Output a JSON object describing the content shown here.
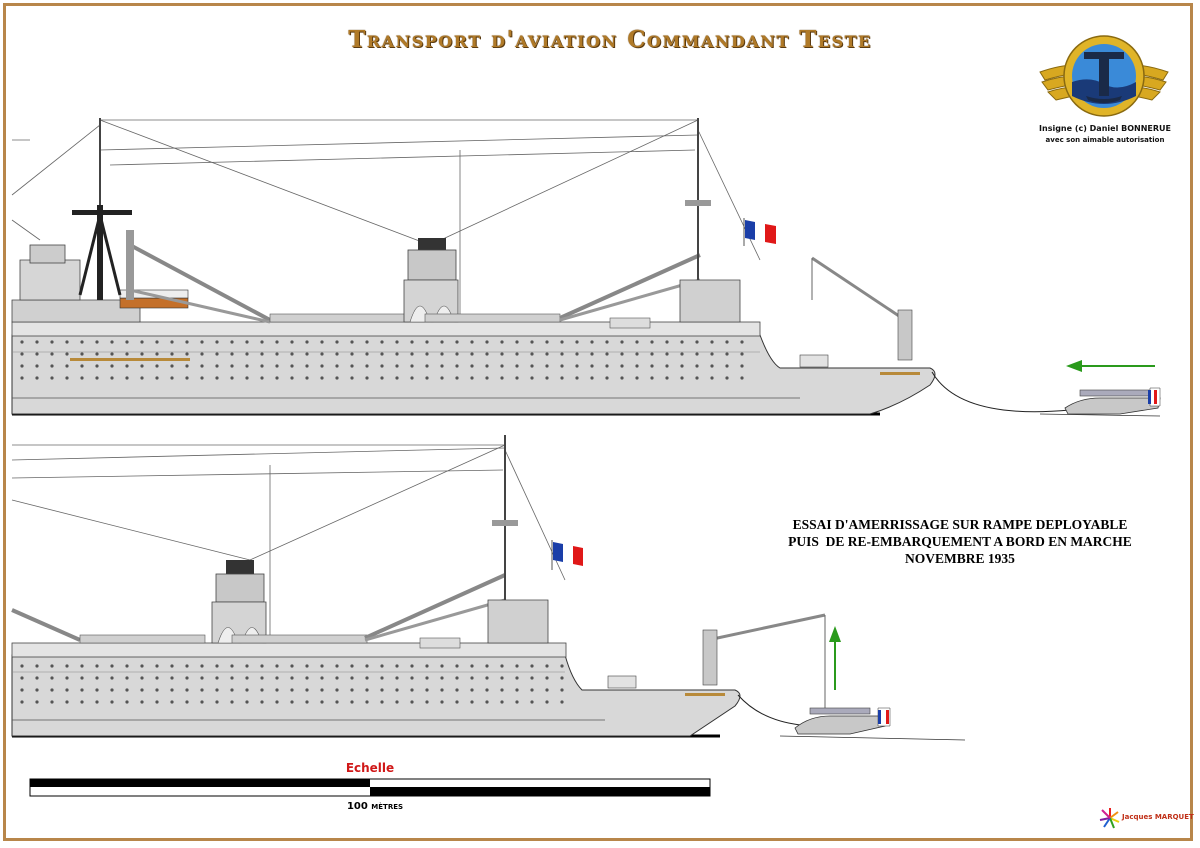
{
  "title": "Transport d'aviation Commandant Teste",
  "insignia": {
    "credit_line1": "Insigne (c) Daniel BONNERUE",
    "credit_line2": "avec son aimable autorisation"
  },
  "caption": {
    "line1": "ESSAI D'AMERRISSAGE SUR RAMPE DEPLOYABLE",
    "line2": "PUIS  DE RE-EMBARQUEMENT A BORD EN MARCHE",
    "line3": "NOVEMBRE 1935"
  },
  "scale": {
    "title": "Echelle",
    "label": "100 mètres"
  },
  "author": "Jacques MARQUET",
  "colors": {
    "frame": "#b8864a",
    "title": "#b07a28",
    "hull": "#d4d4d4",
    "flag_blue": "#1a3ea8",
    "flag_red": "#e01818",
    "arrow": "#2a9a1c"
  }
}
